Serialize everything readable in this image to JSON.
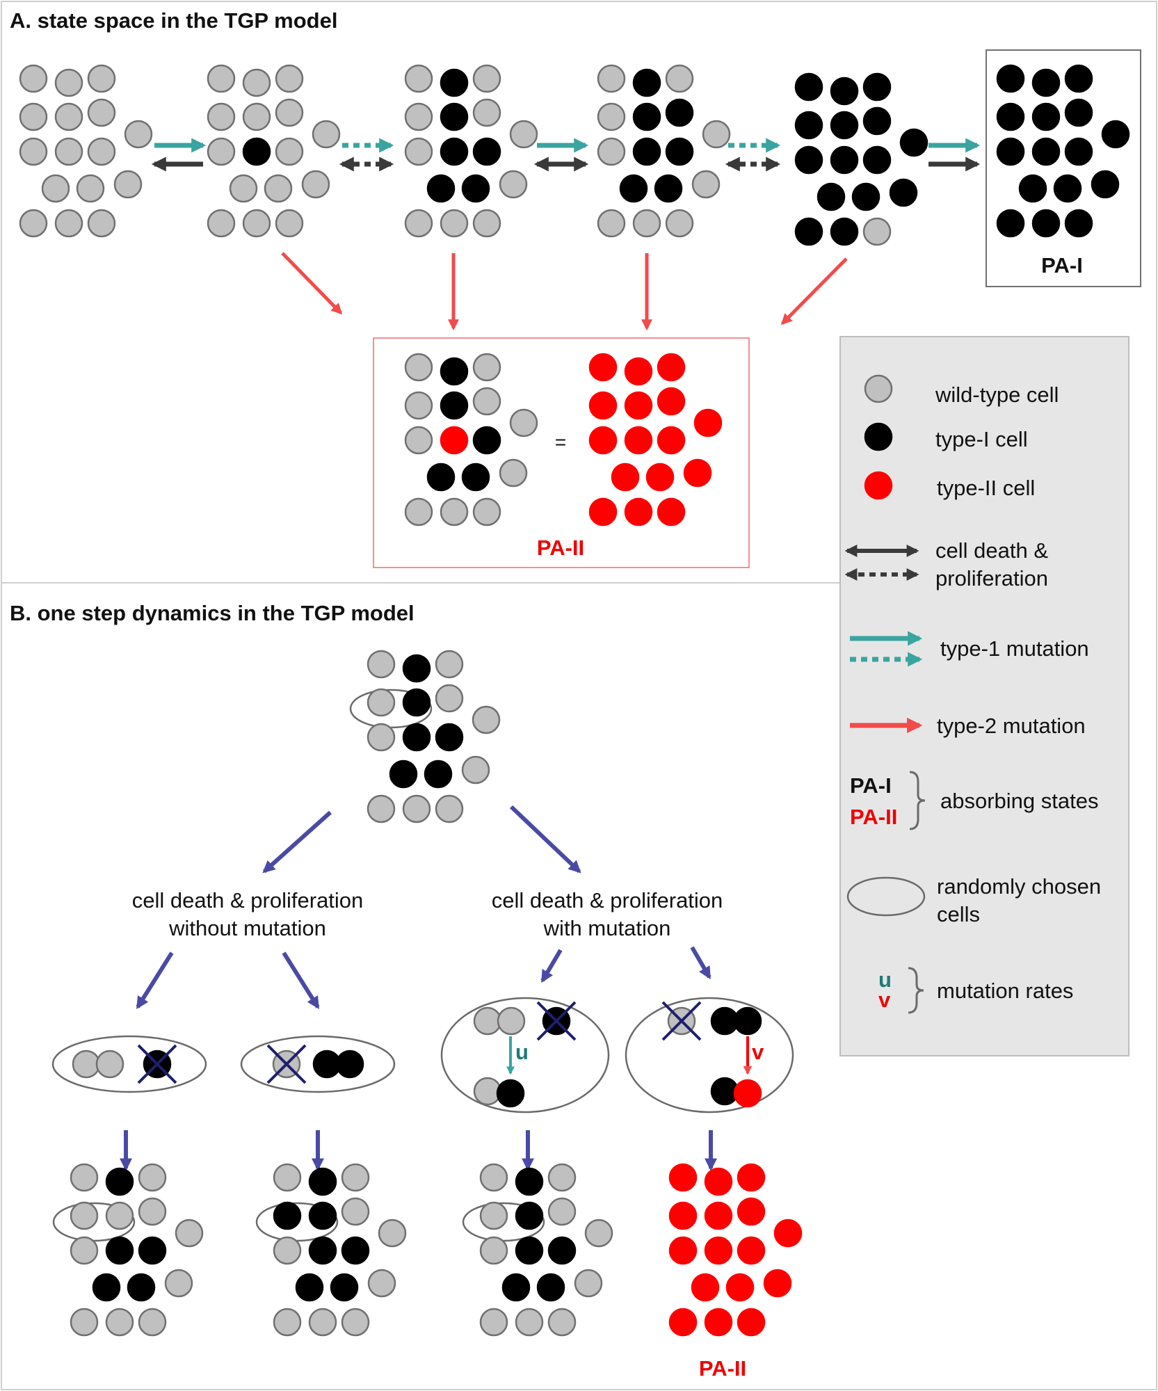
{
  "panel_a": {
    "title": "A.  state space in the TGP model",
    "pa1_label": "PA-I",
    "pa2_label": "PA-II",
    "equals": "="
  },
  "panel_b": {
    "title": "B.  one step dynamics in the TGP model",
    "branch_left": "cell death & proliferation\nwithout mutation",
    "branch_right": "cell death & proliferation\nwith mutation",
    "rate_u": "u",
    "rate_v": "v",
    "pa2_label": "PA-II"
  },
  "legend": {
    "items": [
      {
        "text": "wild-type cell"
      },
      {
        "text": "type-I cell"
      },
      {
        "text": "type-II cell"
      },
      {
        "text": "cell death &\nproliferation"
      },
      {
        "text": "type-1 mutation"
      },
      {
        "text": "type-2 mutation"
      },
      {
        "text": "absorbing states",
        "states": [
          "PA-I",
          "PA-II"
        ]
      },
      {
        "text": "randomly chosen\ncells"
      },
      {
        "text": "mutation rates",
        "rates": [
          "u",
          "v"
        ]
      }
    ]
  },
  "colors": {
    "wild_type": "#c0c0c0",
    "type_1": "#000000",
    "type_2": "#ff0000",
    "type_1_mutation_arrow": "#3aa4a0",
    "type_2_mutation_arrow": "#f24b4b",
    "death_proliferation_arrow": "#3a3a3a",
    "dynamics_arrow": "#4a4aa6",
    "legend_bg": "#e6e6e6"
  }
}
